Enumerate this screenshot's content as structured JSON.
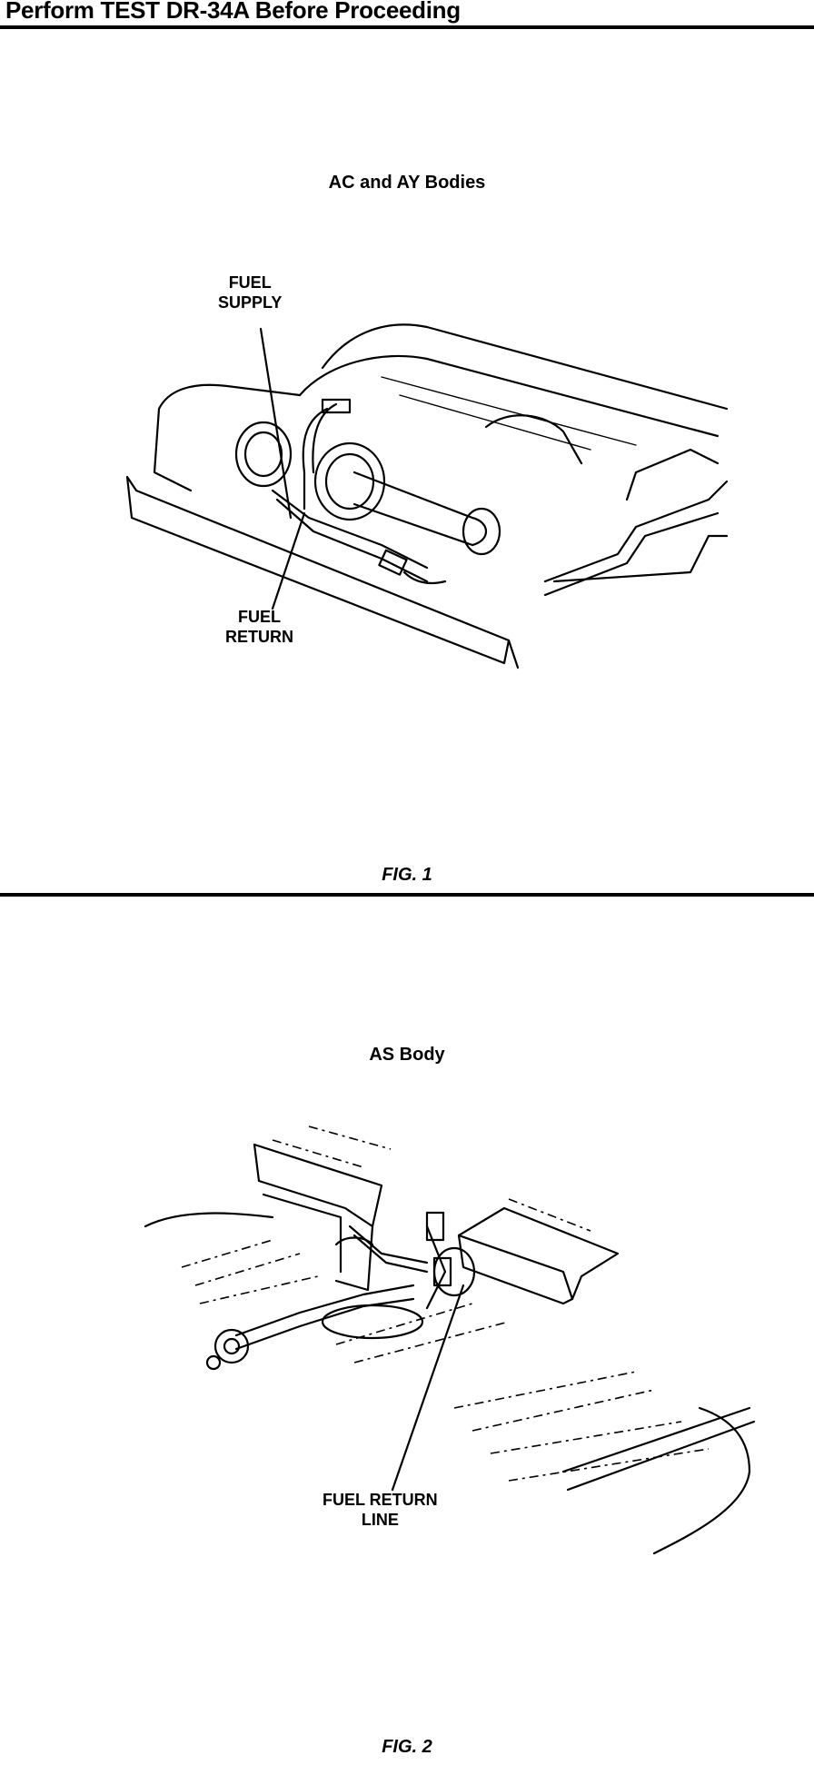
{
  "header": {
    "title": "Perform TEST DR-34A Before Proceeding"
  },
  "figure1": {
    "caption": "AC and AY Bodies",
    "label_supply_1": "FUEL",
    "label_supply_2": "SUPPLY",
    "label_return_1": "FUEL",
    "label_return_2": "RETURN",
    "fig_label": "FIG. 1"
  },
  "figure2": {
    "caption": "AS Body",
    "label_line_1": "FUEL RETURN",
    "label_line_2": "LINE",
    "fig_label": "FIG. 2"
  }
}
